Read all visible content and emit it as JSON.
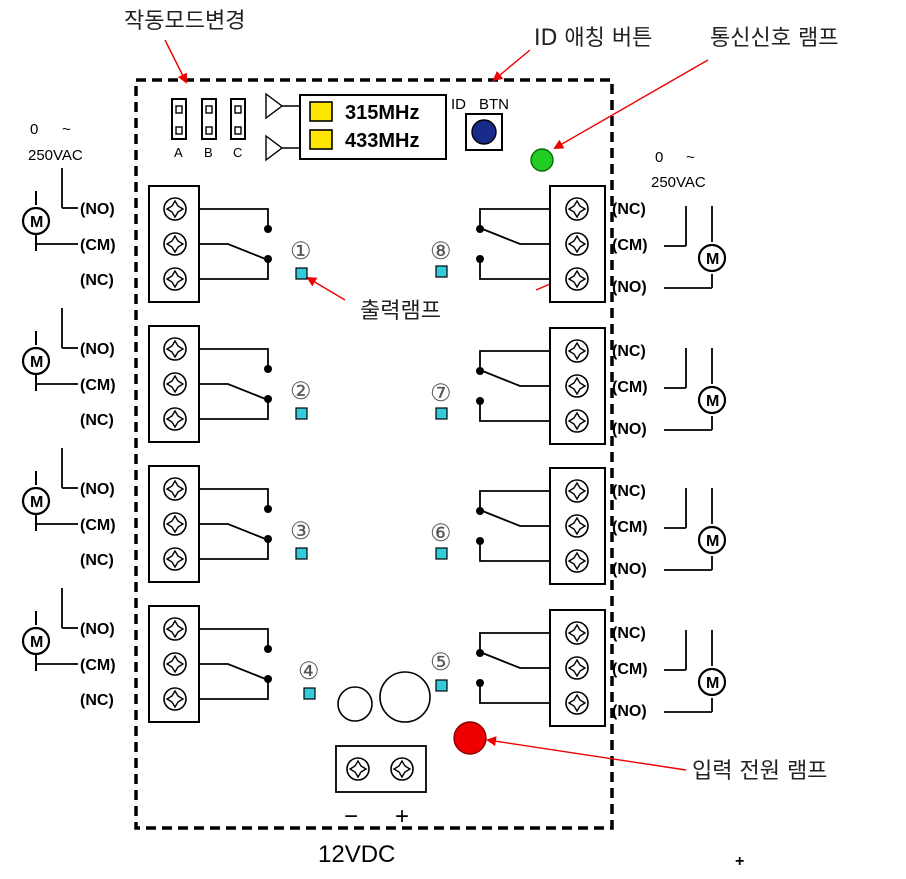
{
  "callouts": {
    "mode_change": "작동모드변경",
    "id_matching": "ID 애칭 버튼",
    "comm_lamp": "통신신호 램프",
    "output_lamp": "출력램프",
    "power_lamp": "입력 전원 램프"
  },
  "jumpers": [
    "A",
    "B",
    "C"
  ],
  "frequencies": [
    "315MHz",
    "433MHz"
  ],
  "id_button": {
    "label_left": "ID",
    "label_right": "BTN"
  },
  "voltage_left": {
    "line1": "0",
    "tilde": "~",
    "line2": "250VAC"
  },
  "voltage_right": {
    "line1": "0",
    "tilde": "~",
    "line2": "250VAC"
  },
  "terminal_labels": {
    "no": "(NO)",
    "cm": "(CM)",
    "nc": "(NC)"
  },
  "motor_symbol": "M",
  "relay_numbers": [
    "①",
    "②",
    "③",
    "④",
    "⑤",
    "⑥",
    "⑦",
    "⑧"
  ],
  "power": {
    "minus": "−",
    "plus": "+",
    "label": "12VDC",
    "stray_plus": "+"
  },
  "colors": {
    "freq_box": "#ffe600",
    "button": "#1a2a8a",
    "comm_lamp": "#22cc22",
    "power_lamp": "#ee0000",
    "output_lamp": "#33ccdd",
    "callout_line": "#ee0000"
  }
}
